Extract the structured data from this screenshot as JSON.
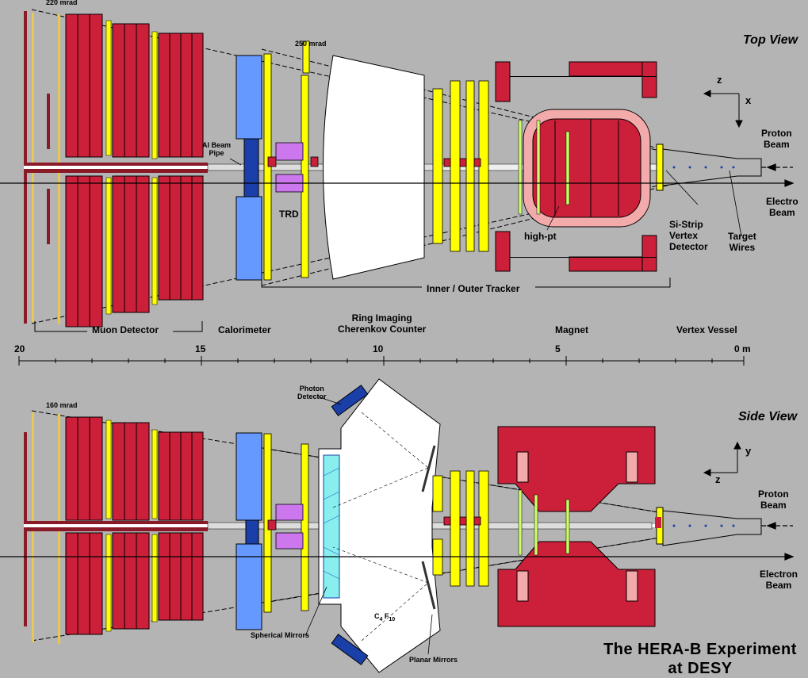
{
  "colors": {
    "background": "#b4b4b4",
    "muon_red": "#cc1f3a",
    "yellow": "#ffff00",
    "calorimeter_blue": "#6699ff",
    "dark_blue": "#1a3fa8",
    "trd_violet": "#cc77ee",
    "magnet_pink": "#f2aaaa",
    "light_green": "#ccff66",
    "rich_white": "#ffffff",
    "mirror_cyan": "#88eeee"
  },
  "labels": {
    "angle_top_outer": "220 mrad",
    "angle_top_inner": "250 mrad",
    "angle_side": "160 mrad",
    "top_view": "Top View",
    "side_view": "Side View",
    "axis_z_top": "z",
    "axis_x_top": "x",
    "axis_y_side": "y",
    "axis_z_side": "z",
    "proton_beam_top": "Proton\nBeam",
    "electron_beam_top": "Electro\nBeam",
    "proton_beam_side": "Proton\nBeam",
    "electron_beam_side": "Electron\nBeam",
    "al_beam_pipe": "Al Beam\nPipe",
    "trd": "TRD",
    "high_pt": "high-pt",
    "si_strip": "Si-Strip\nVertex\nDetector",
    "target_wires": "Target\nWires",
    "inner_outer_tracker": "Inner / Outer Tracker",
    "muon_detector": "Muon Detector",
    "calorimeter": "Calorimeter",
    "rich": "Ring Imaging\nCherenkov Counter",
    "magnet": "Magnet",
    "vertex_vessel": "Vertex Vessel",
    "photon_detector": "Photon\nDetector",
    "spherical_mirrors": "Spherical Mirrors",
    "planar_mirrors": "Planar Mirrors",
    "radiator_main": "C",
    "radiator_sub1": "4",
    "radiator_mid": " F",
    "radiator_sub2": "10",
    "experiment_title_1": "The HERA-B Experiment",
    "experiment_title_2": "at DESY"
  },
  "scale": {
    "ticks": [
      "20",
      "15",
      "10",
      "5",
      "0 m"
    ]
  }
}
